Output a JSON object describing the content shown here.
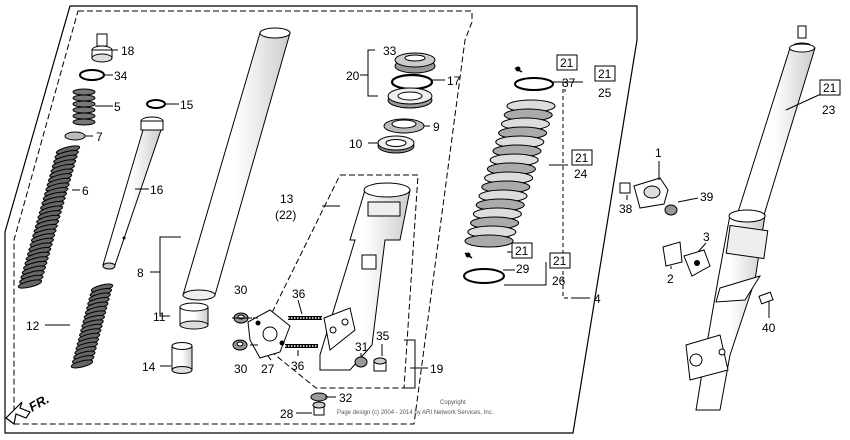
{
  "labels": {
    "p1": "1",
    "p2": "2",
    "p3": "3",
    "p4": "4",
    "p5": "5",
    "p6": "6",
    "p7": "7",
    "p8": "8",
    "p9": "9",
    "p10": "10",
    "p11": "11",
    "p12": "12",
    "p13": "13",
    "p13b": "(22)",
    "p14": "14",
    "p15": "15",
    "p16": "16",
    "p17": "17",
    "p18": "18",
    "p19": "19",
    "p20": "20",
    "p23": "23",
    "p24": "24",
    "p25": "25",
    "p26": "26",
    "p27": "27",
    "p28": "28",
    "p29": "29",
    "p30a": "30",
    "p30b": "30",
    "p31": "31",
    "p32": "32",
    "p33": "33",
    "p34": "34",
    "p35": "35",
    "p36a": "36",
    "p36b": "36",
    "p37": "37",
    "p38": "38",
    "p39": "39",
    "p40": "40"
  },
  "boxed_refs": {
    "r21a": "21",
    "r21b": "21",
    "r21c": "21",
    "r21d": "21",
    "r21e": "21",
    "r21f": "21"
  },
  "direction_marker": "FR.",
  "copyright": {
    "line1": "Copyright",
    "line2": "Page design (c) 2004 - 2014 by ARI Network Services, Inc."
  }
}
